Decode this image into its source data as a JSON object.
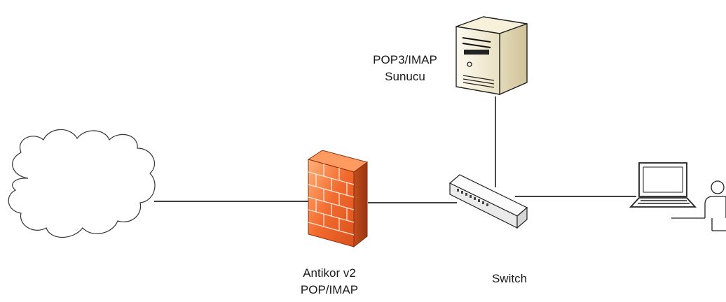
{
  "nodes": {
    "internet": {
      "icon": "cloud-icon"
    },
    "firewall": {
      "icon": "firewall-icon",
      "label_lines": [
        "Antikor v2",
        "POP/IMAP"
      ]
    },
    "switch": {
      "icon": "switch-icon",
      "label_lines": [
        "Switch"
      ]
    },
    "server": {
      "icon": "server-icon",
      "label_lines": [
        "POP3/IMAP",
        "Sunucu"
      ]
    },
    "client": {
      "icon": "laptop-user-icon"
    }
  },
  "links": [
    {
      "from": "internet",
      "to": "firewall"
    },
    {
      "from": "firewall",
      "to": "switch"
    },
    {
      "from": "switch",
      "to": "server"
    },
    {
      "from": "switch",
      "to": "client"
    }
  ],
  "colors": {
    "line": "#000000",
    "firewall_front": "#f26a2e",
    "firewall_side": "#b8441a",
    "server_body": "#f3ecd2",
    "device_outline": "#222222"
  }
}
